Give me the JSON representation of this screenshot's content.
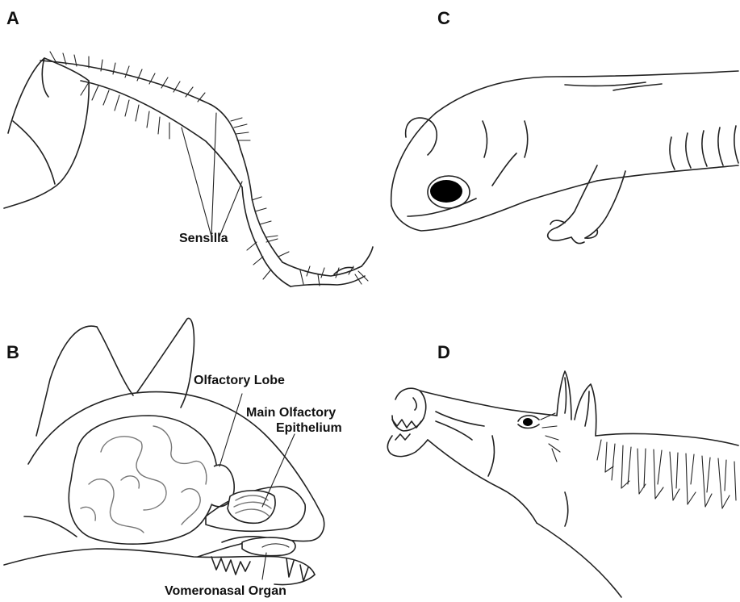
{
  "panels": {
    "a": {
      "letter": "A",
      "label_sensilla": "Sensilla"
    },
    "b": {
      "letter": "B",
      "label_olfactory_lobe": "Olfactory Lobe",
      "label_main_olfactory_line1": "Main Olfactory",
      "label_main_olfactory_line2": "Epithelium",
      "label_vomeronasal": "Vomeronasal Organ"
    },
    "c": {
      "letter": "C"
    },
    "d": {
      "letter": "D"
    }
  }
}
